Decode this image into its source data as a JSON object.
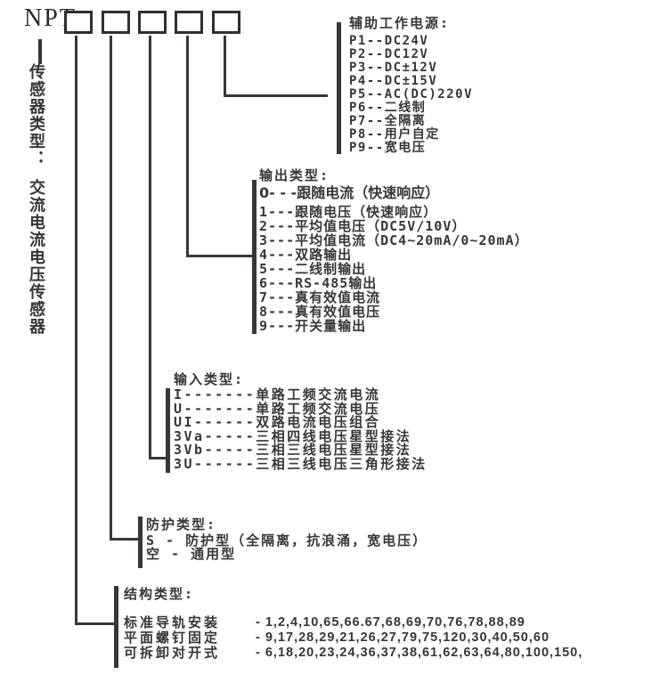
{
  "header": {
    "product_code": "NPT",
    "code_box_count": 5
  },
  "left_label": {
    "line1": "传感器类型：",
    "line2": "交流电流电压传感器"
  },
  "colors": {
    "ink": "#3a3536",
    "background": "#ffffff"
  },
  "sections": {
    "aux": {
      "title": "辅助工作电源:",
      "items": [
        "P1--DC24V",
        "P2--DC12V",
        "P3--DC±12V",
        "P4--DC±15V",
        "P5--AC(DC)220V",
        "P6--二线制",
        "P7--全隔离",
        "P8--用户自定",
        "P9--宽电压"
      ]
    },
    "output": {
      "title": "输出类型:",
      "items": [
        "0- - -跟随电流（快速响应）",
        "1---跟随电压（快速响应）",
        "2---平均值电压（DC5V/10V）",
        "3---平均值电流（DC4~20mA/0~20mA）",
        "4---双路输出",
        "5---二线制输出",
        "6---RS-485输出",
        "7---真有效值电流",
        "8---真有效值电压",
        "9---开关量输出"
      ]
    },
    "input": {
      "title": "输入类型:",
      "items": [
        "I-------单路工频交流电流",
        "U-------单路工频交流电压",
        "UI------双路电流电压组合",
        "3Va-----三相四线电压星型接法",
        "3Vb-----三相三线电压星型接法",
        "3U------三相三线电压三角形接法"
      ]
    },
    "protection": {
      "title": "防护类型:",
      "items": [
        "S  - 防护型（全隔离，抗浪涌，宽电压）",
        "空 - 通用型"
      ]
    },
    "structure": {
      "title": "结构类型:",
      "rows": [
        {
          "label": "标准导轨安装",
          "values": "- 1,2,4,10,65,66.67,68,69,70,76,78,88,89"
        },
        {
          "label": "平面螺钉固定",
          "values": "- 9,17,28,29,21,26,27,79,75,120,30,40,50,60"
        },
        {
          "label": "可拆卸对开式",
          "values": "- 6,18,20,23,24,36,37,38,61,62,63,64,80,100,150,"
        }
      ]
    }
  }
}
